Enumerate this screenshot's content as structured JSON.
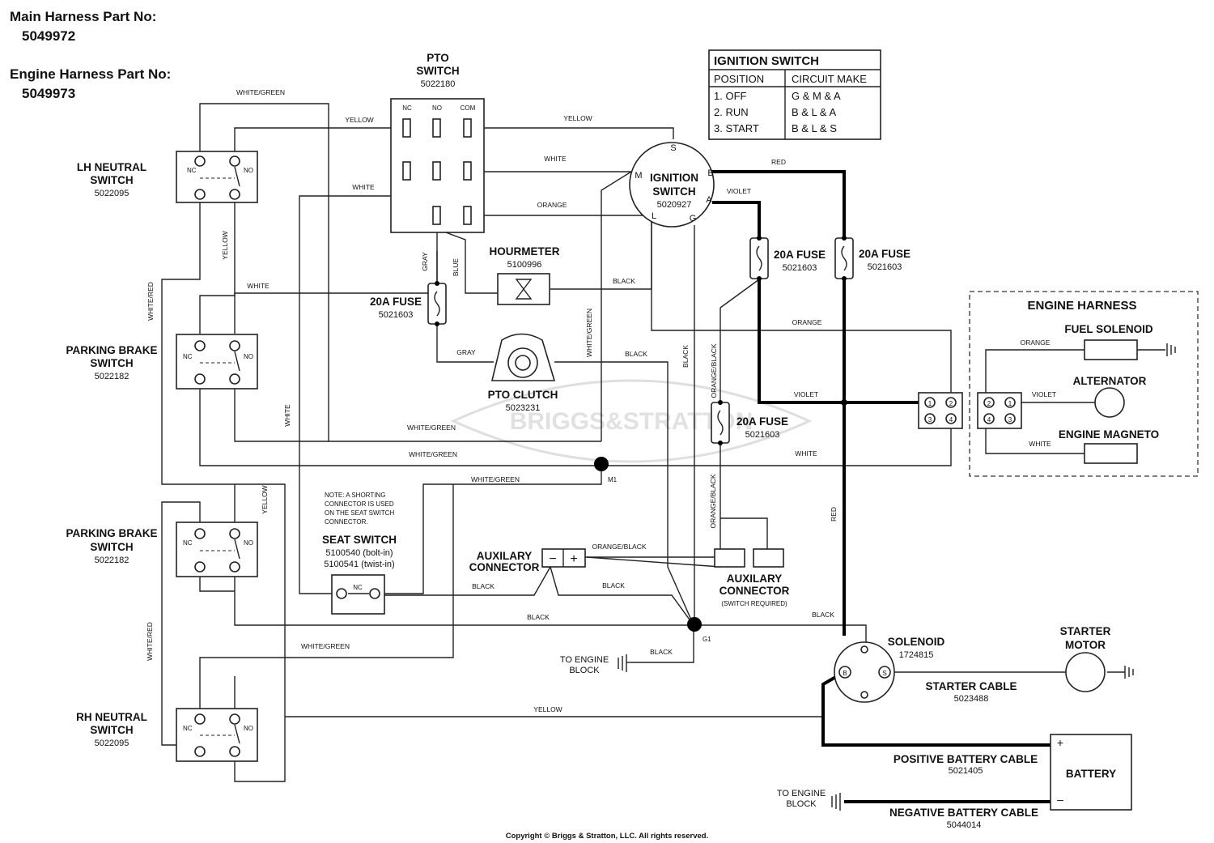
{
  "header": {
    "main_harness_label": "Main Harness Part No:",
    "main_harness_no": "5049972",
    "engine_harness_label": "Engine Harness Part No:",
    "engine_harness_no": "5049973"
  },
  "ignition_table": {
    "title": "IGNITION SWITCH",
    "col_position": "POSITION",
    "col_circuit": "CIRCUIT MAKE",
    "rows": [
      {
        "position": "1. OFF",
        "circuit": "G & M & A"
      },
      {
        "position": "2. RUN",
        "circuit": "B & L & A"
      },
      {
        "position": "3. START",
        "circuit": "B & L & S"
      }
    ]
  },
  "components": {
    "pto_switch": {
      "line1": "PTO",
      "line2": "SWITCH",
      "part": "5022180",
      "nc": "NC",
      "no": "NO",
      "com": "COM"
    },
    "ignition_switch": {
      "line1": "IGNITION",
      "line2": "SWITCH",
      "part": "5020927",
      "s": "S",
      "m": "M",
      "b": "B",
      "a": "A",
      "l": "L",
      "g": "G"
    },
    "lh_neutral": {
      "line1": "LH NEUTRAL",
      "line2": "SWITCH",
      "part": "5022095"
    },
    "parking_brake_1": {
      "line1": "PARKING BRAKE",
      "line2": "SWITCH",
      "part": "5022182"
    },
    "parking_brake_2": {
      "line1": "PARKING BRAKE",
      "line2": "SWITCH",
      "part": "5022182"
    },
    "rh_neutral": {
      "line1": "RH NEUTRAL",
      "line2": "SWITCH",
      "part": "5022095"
    },
    "hourmeter": {
      "name": "HOURMETER",
      "part": "5100996"
    },
    "fuse_left": {
      "name": "20A FUSE",
      "part": "5021603"
    },
    "fuse_mid": {
      "name": "20A FUSE",
      "part": "5021603"
    },
    "fuse_right": {
      "name": "20A FUSE",
      "part": "5021603"
    },
    "fuse_lower": {
      "name": "20A FUSE",
      "part": "5021603"
    },
    "pto_clutch": {
      "name": "PTO CLUTCH",
      "part": "5023231"
    },
    "seat_switch": {
      "name": "SEAT SWITCH",
      "part1": "5100540 (bolt-in)",
      "part2": "5100541 (twist-in)"
    },
    "seat_note": [
      "NOTE: A SHORTING",
      "CONNECTOR IS USED",
      "ON THE SEAT SWITCH",
      "CONNECTOR."
    ],
    "aux_connector_1": {
      "line1": "AUXILARY",
      "line2": "CONNECTOR"
    },
    "aux_connector_2": {
      "line1": "AUXILARY",
      "line2": "CONNECTOR",
      "note": "(SWITCH REQUIRED)"
    },
    "solenoid": {
      "name": "SOLENOID",
      "part": "1724815"
    },
    "starter_motor": {
      "line1": "STARTER",
      "line2": "MOTOR"
    },
    "starter_cable": {
      "name": "STARTER CABLE",
      "part": "5023488"
    },
    "battery": {
      "name": "BATTERY",
      "plus": "+",
      "minus": "–"
    },
    "pos_cable": {
      "name": "POSITIVE BATTERY CABLE",
      "part": "5021405"
    },
    "neg_cable": {
      "name": "NEGATIVE BATTERY CABLE",
      "part": "5044014"
    },
    "engine_block_1": {
      "line1": "TO ENGINE",
      "line2": "BLOCK"
    },
    "engine_block_2": {
      "line1": "TO ENGINE",
      "line2": "BLOCK"
    },
    "engine_harness": {
      "title": "ENGINE HARNESS",
      "fuel": "FUEL SOLENOID",
      "alternator": "ALTERNATOR",
      "magneto": "ENGINE MAGNETO"
    },
    "switch_nc": "NC",
    "switch_no": "NO",
    "node_m1": "M1",
    "node_g1": "G1"
  },
  "wire_labels": {
    "white_green": "WHITE/GREEN",
    "yellow": "YELLOW",
    "white": "WHITE",
    "orange": "ORANGE",
    "red": "RED",
    "violet": "VIOLET",
    "black": "BLACK",
    "gray": "GRAY",
    "blue": "BLUE",
    "white_red": "WHITE/RED",
    "orange_black": "ORANGE/BLACK"
  },
  "watermark": "BRIGGS&STRATTON",
  "copyright": "Copyright © Briggs & Stratton, LLC. All rights reserved."
}
